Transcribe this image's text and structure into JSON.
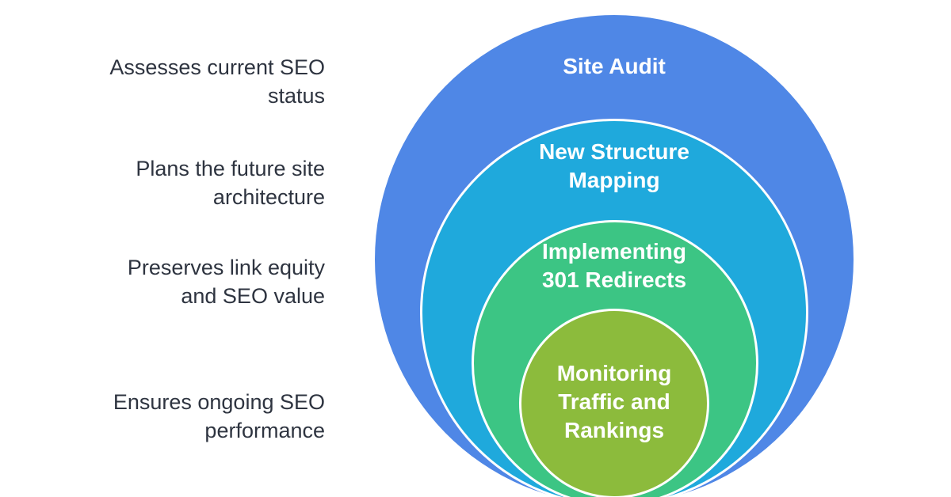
{
  "layers": [
    {
      "title": "Site Audit",
      "description": "Assesses current SEO\nstatus",
      "color": "#4f87e6"
    },
    {
      "title": "New Structure\nMapping",
      "description": "Plans the future site\narchitecture",
      "color": "#1fa9dc"
    },
    {
      "title": "Implementing\n301 Redirects",
      "description": "Preserves link equity\nand SEO value",
      "color": "#3cc584"
    },
    {
      "title": "Monitoring\nTraffic and\nRankings",
      "description": "Ensures ongoing SEO\nperformance",
      "color": "#8cbb3c"
    }
  ]
}
